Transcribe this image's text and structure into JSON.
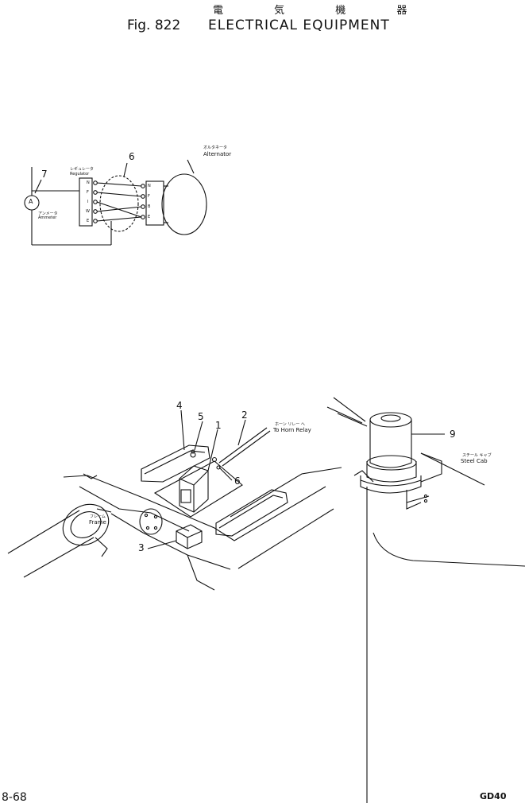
{
  "header": {
    "japanese_title": "電 気 機 器",
    "figure_number": "Fig. 822",
    "title": "ELECTRICAL EQUIPMENT"
  },
  "footer": {
    "page_number": "8-68",
    "model": "GD40"
  },
  "wiring_diagram": {
    "callouts": [
      "7",
      "6"
    ],
    "ammeter_symbol": "A",
    "regulator_jp": "レギュレータ",
    "regulator": "Regulator",
    "ammeter_jp": "アンメータ",
    "ammeter": "Ammeter",
    "alternator_jp": "オルタネータ",
    "alternator": "Alternator",
    "regulator_terminals": [
      "N",
      "F",
      "I",
      "W",
      "E"
    ],
    "alternator_terminals": [
      "N",
      "F",
      "B",
      "E"
    ]
  },
  "frame_view": {
    "callouts": [
      "4",
      "5",
      "2",
      "1",
      "6",
      "3"
    ],
    "horn_relay_jp": "ホーン リレー へ",
    "horn_relay": "To Horn Relay",
    "frame_jp": "フレーム",
    "frame": "Frame"
  },
  "cab_view": {
    "callout": "9",
    "steel_cab_jp": "スチール キャブ",
    "steel_cab": "Steel Cab"
  }
}
